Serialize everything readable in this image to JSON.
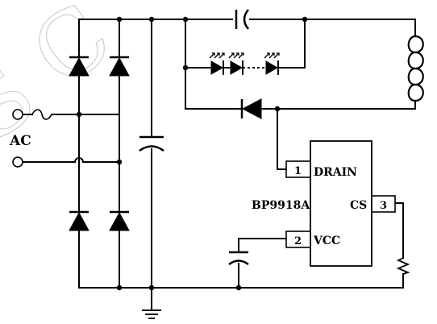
{
  "watermark": "S  C",
  "labels": {
    "ac": "AC",
    "chip_name": "BP9918A",
    "pin1_num": "1",
    "pin1_name": "DRAIN",
    "pin2_num": "2",
    "pin2_name": "VCC",
    "pin3_num": "3",
    "pin3_name": "CS"
  },
  "components": {
    "bridge_diodes": 4,
    "led_count": 3
  }
}
